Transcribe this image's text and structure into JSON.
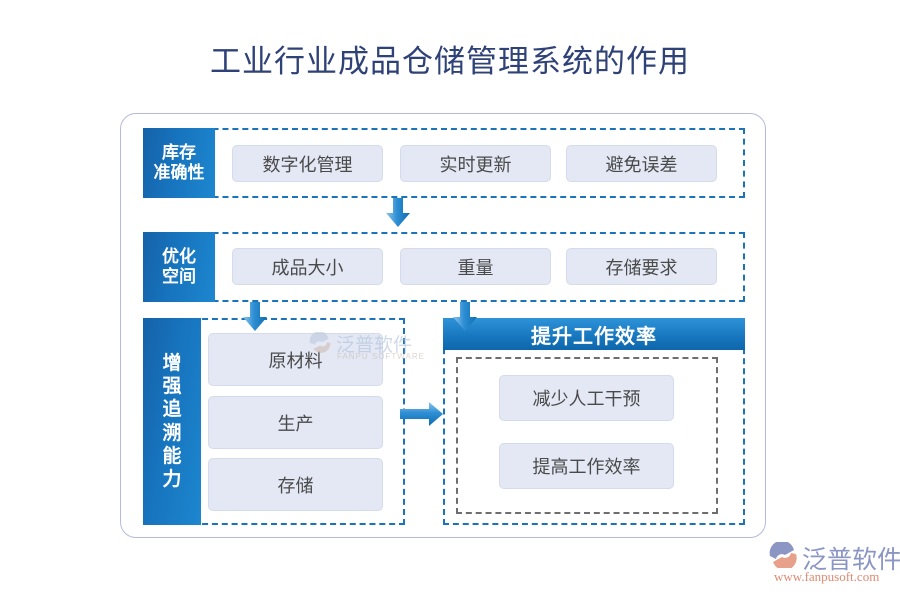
{
  "page": {
    "title": "工业行业成品仓储管理系统的作用",
    "title_color": "#2f4277",
    "background": "#ffffff"
  },
  "theme": {
    "accent_blue": "#1773bd",
    "badge_gradient_start": "#1562a8",
    "badge_gradient_end": "#1c87cf",
    "pill_fill": "#e3e8f4",
    "pill_border": "#d4dbea",
    "dashed_blue": "#1b73ba",
    "dashed_gray": "#6e6e6e",
    "frame_border": "#b4badf"
  },
  "diagram": {
    "rows": [
      {
        "badge": "库存准确性",
        "badge_lines": [
          "库存",
          "准确性"
        ],
        "items": [
          "数字化管理",
          "实时更新",
          "避免误差"
        ]
      },
      {
        "badge": "优化空间",
        "badge_lines": [
          "优化",
          "空间"
        ],
        "items": [
          "成品大小",
          "重量",
          "存储要求"
        ]
      }
    ],
    "bottom_left": {
      "badge": "增强追溯能力",
      "badge_chars": [
        "增",
        "强",
        "追",
        "溯",
        "能",
        "力"
      ],
      "items": [
        "原材料",
        "生产",
        "存储"
      ]
    },
    "bottom_right": {
      "header": "提升工作效率",
      "items": [
        "减少人工干预",
        "提高工作效率"
      ]
    },
    "arrows": [
      {
        "name": "arrow-row1-to-row2",
        "direction": "down"
      },
      {
        "name": "arrow-row2-to-bottom-left",
        "direction": "down"
      },
      {
        "name": "arrow-row2-to-bottom-right",
        "direction": "down"
      },
      {
        "name": "arrow-bottom-left-to-bottom-right",
        "direction": "right"
      }
    ]
  },
  "watermark": {
    "name": "泛普软件",
    "sub": "FANPU SOFTWARE"
  },
  "logo": {
    "name": "泛普软件",
    "url": "www.fanpusoft.com"
  }
}
